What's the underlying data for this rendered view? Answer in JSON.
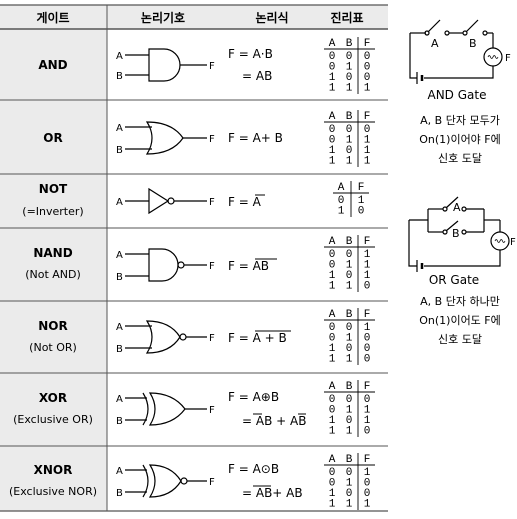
{
  "headers": [
    "게이트",
    "논리기호",
    "논리식",
    "진리표"
  ],
  "gates": [
    {
      "name": "AND",
      "sub": "",
      "type": "and",
      "expr": [
        "F = A·B",
        "= AB"
      ],
      "tt": {
        "cols": [
          "A",
          "B",
          "F"
        ],
        "rows": [
          [
            "0",
            "0",
            "0"
          ],
          [
            "0",
            "1",
            "0"
          ],
          [
            "1",
            "0",
            "0"
          ],
          [
            "1",
            "1",
            "1"
          ]
        ]
      }
    },
    {
      "name": "OR",
      "sub": "",
      "type": "or",
      "expr": [
        "F = A+ B"
      ],
      "tt": {
        "cols": [
          "A",
          "B",
          "F"
        ],
        "rows": [
          [
            "0",
            "0",
            "0"
          ],
          [
            "0",
            "1",
            "1"
          ],
          [
            "1",
            "0",
            "1"
          ],
          [
            "1",
            "1",
            "1"
          ]
        ]
      }
    },
    {
      "name": "NOT",
      "sub": "(=Inverter)",
      "type": "not",
      "expr": [
        "F = A"
      ],
      "tt": {
        "cols": [
          "A",
          "F"
        ],
        "rows": [
          [
            "0",
            "1"
          ],
          [
            "1",
            "0"
          ]
        ]
      }
    },
    {
      "name": "NAND",
      "sub": "(Not AND)",
      "type": "nand",
      "expr": [
        "F = AB"
      ],
      "tt": {
        "cols": [
          "A",
          "B",
          "F"
        ],
        "rows": [
          [
            "0",
            "0",
            "1"
          ],
          [
            "0",
            "1",
            "1"
          ],
          [
            "1",
            "0",
            "1"
          ],
          [
            "1",
            "1",
            "0"
          ]
        ]
      }
    },
    {
      "name": "NOR",
      "sub": "(Not OR)",
      "type": "nor",
      "expr": [
        "F = A + B"
      ],
      "tt": {
        "cols": [
          "A",
          "B",
          "F"
        ],
        "rows": [
          [
            "0",
            "0",
            "1"
          ],
          [
            "0",
            "1",
            "0"
          ],
          [
            "1",
            "0",
            "0"
          ],
          [
            "1",
            "1",
            "0"
          ]
        ]
      }
    },
    {
      "name": "XOR",
      "sub": "(Exclusive OR)",
      "type": "xor",
      "expr": [
        "F = A⊕B",
        "= AB + AB"
      ],
      "tt": {
        "cols": [
          "A",
          "B",
          "F"
        ],
        "rows": [
          [
            "0",
            "0",
            "0"
          ],
          [
            "0",
            "1",
            "1"
          ],
          [
            "1",
            "0",
            "1"
          ],
          [
            "1",
            "1",
            "0"
          ]
        ]
      }
    },
    {
      "name": "XNOR",
      "sub": "(Exclusive NOR)",
      "type": "xnor",
      "expr": [
        "F = A⊙B",
        "= AB+ AB"
      ],
      "tt": {
        "cols": [
          "A",
          "B",
          "F"
        ],
        "rows": [
          [
            "0",
            "0",
            "1"
          ],
          [
            "0",
            "1",
            "0"
          ],
          [
            "1",
            "0",
            "0"
          ],
          [
            "1",
            "1",
            "1"
          ]
        ]
      }
    }
  ],
  "pin_labels": {
    "a": "A",
    "b": "B",
    "f": "F"
  },
  "circuits": {
    "and": {
      "sw_a": "A",
      "sw_b": "B",
      "out": "F",
      "title": "AND Gate",
      "desc": [
        "A, B 단자 모두가",
        "On(1)이어야 F에",
        "신호 도달"
      ]
    },
    "or": {
      "sw_a": "A",
      "sw_b": "B",
      "out": "F",
      "title": "OR Gate",
      "desc": [
        "A, B 단자 하나만",
        "On(1)이어도 F에",
        "신호 도달"
      ]
    }
  },
  "colors": {
    "header_bg": "#ebebeb",
    "gate_col_bg": "#ebebeb",
    "line": "#000000",
    "border": "#555555"
  }
}
